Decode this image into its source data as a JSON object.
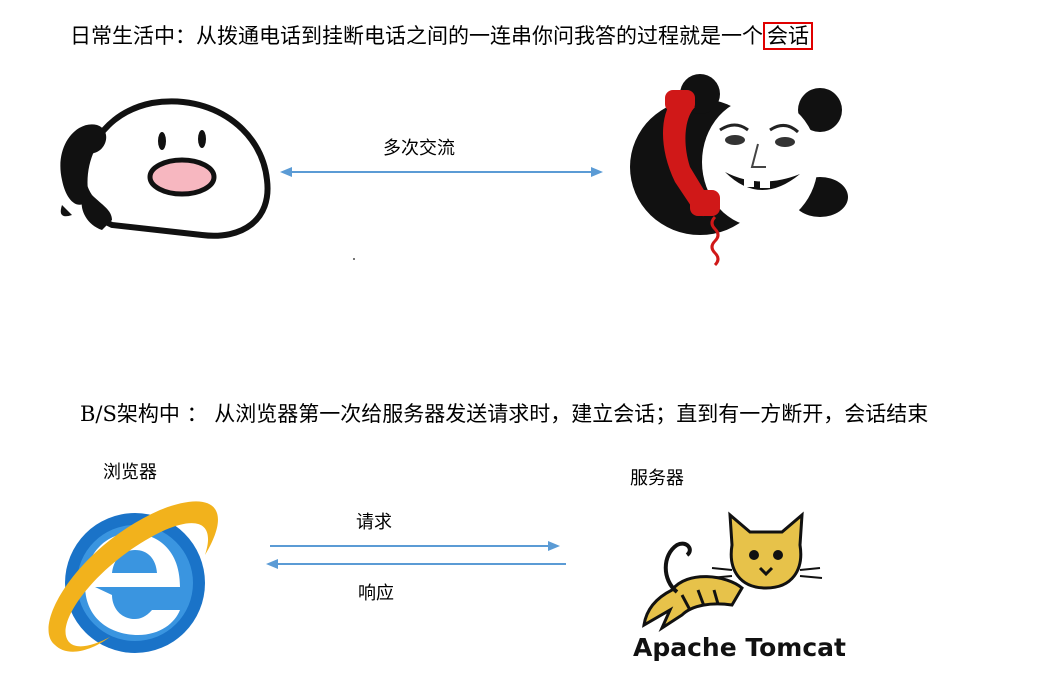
{
  "top": {
    "sentence": "日常生活中：从拨通电话到挂断电话之间的一连串你问我答的过程就是一个",
    "highlight": "会话",
    "arrow_label": "多次交流"
  },
  "bottom": {
    "sentence": "B/S架构中 ： 从浏览器第一次给服务器发送请求时，建立会话；直到有一方断开，会话结束",
    "browser_label": "浏览器",
    "server_label": "服务器",
    "request_label": "请求",
    "response_label": "响应",
    "tomcat_text": "Apache Tomcat"
  },
  "colors": {
    "arrow": "#5b9bd5",
    "highlight_box": "#e00000",
    "phone_red": "#d01818",
    "ie_blue": "#1a73c8",
    "ie_gold": "#f2b21c",
    "tomcat_yellow": "#e7c24a"
  },
  "icons": [
    "caller-left-icon",
    "panda-caller-icon",
    "internet-explorer-icon",
    "apache-tomcat-icon"
  ]
}
